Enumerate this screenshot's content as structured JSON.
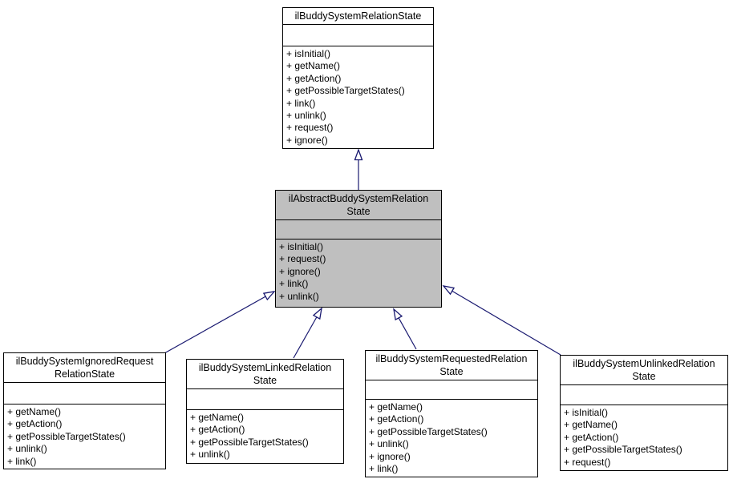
{
  "diagram": {
    "kind": "uml-class-inheritance-graph",
    "background_color": "#ffffff",
    "arrow_color": "#191970",
    "class_box_fill": "#ffffff",
    "highlighted_class_fill": "#bfbfbf",
    "border_color": "#000000",
    "text_color": "#000000"
  },
  "classes": {
    "base": {
      "title": "ilBuddySystemRelationState",
      "attributes": "",
      "methods": [
        "+ isInitial()",
        "+ getName()",
        "+ getAction()",
        "+ getPossibleTargetStates()",
        "+ link()",
        "+ unlink()",
        "+ request()",
        "+ ignore()"
      ]
    },
    "abstract": {
      "title": "ilAbstractBuddySystemRelation\nState",
      "attributes": "",
      "methods": [
        "+ isInitial()",
        "+ request()",
        "+ ignore()",
        "+ link()",
        "+ unlink()"
      ]
    },
    "ignored": {
      "title": "ilBuddySystemIgnoredRequest\nRelationState",
      "attributes": "",
      "methods": [
        "+ getName()",
        "+ getAction()",
        "+ getPossibleTargetStates()",
        "+ unlink()",
        "+ link()"
      ]
    },
    "linked": {
      "title": "ilBuddySystemLinkedRelation\nState",
      "attributes": "",
      "methods": [
        "+ getName()",
        "+ getAction()",
        "+ getPossibleTargetStates()",
        "+ unlink()"
      ]
    },
    "requested": {
      "title": "ilBuddySystemRequestedRelation\nState",
      "attributes": "",
      "methods": [
        "+ getName()",
        "+ getAction()",
        "+ getPossibleTargetStates()",
        "+ unlink()",
        "+ ignore()",
        "+ link()"
      ]
    },
    "unlinked": {
      "title": "ilBuddySystemUnlinkedRelation\nState",
      "attributes": "",
      "methods": [
        "+ isInitial()",
        "+ getName()",
        "+ getAction()",
        "+ getPossibleTargetStates()",
        "+ request()"
      ]
    }
  },
  "relations": [
    {
      "from": "abstract",
      "to": "base",
      "type": "inheritance"
    },
    {
      "from": "ignored",
      "to": "abstract",
      "type": "inheritance"
    },
    {
      "from": "linked",
      "to": "abstract",
      "type": "inheritance"
    },
    {
      "from": "requested",
      "to": "abstract",
      "type": "inheritance"
    },
    {
      "from": "unlinked",
      "to": "abstract",
      "type": "inheritance"
    }
  ]
}
